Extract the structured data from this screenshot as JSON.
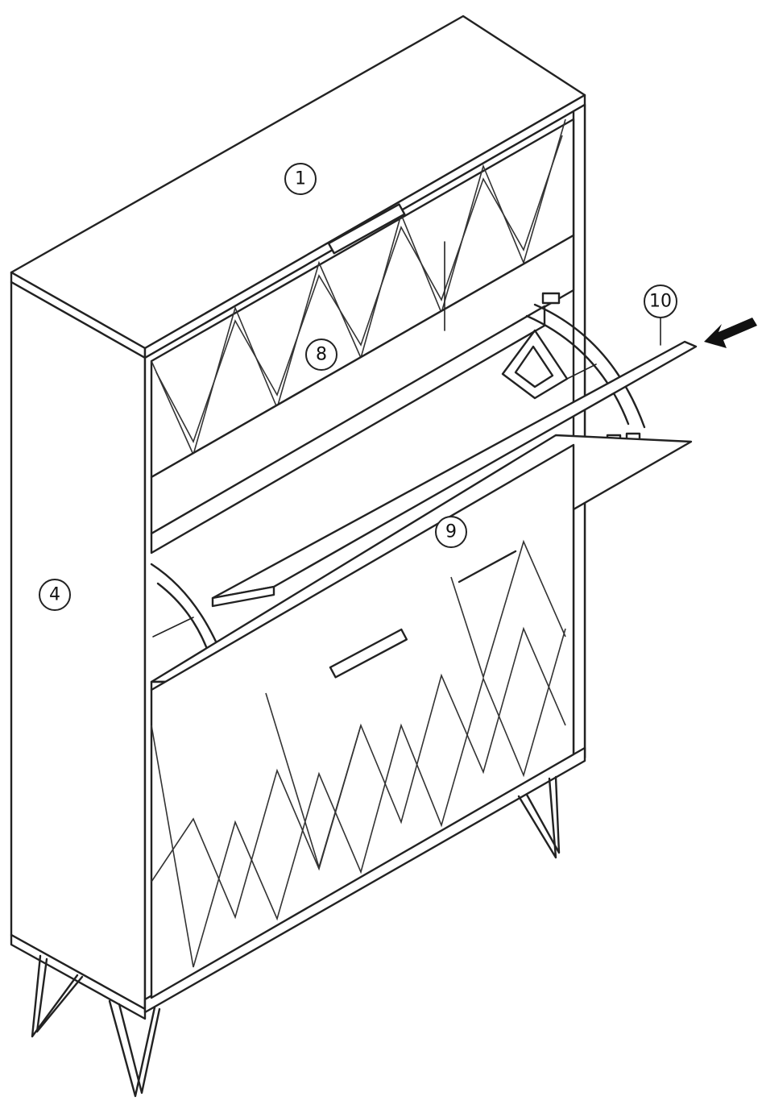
{
  "callouts": {
    "top_panel": "1",
    "side_panel": "4",
    "upper_flap": "8",
    "lower_flap": "9",
    "insert_panel": "10"
  },
  "icons": {
    "arrow": "insert-direction-arrow-icon"
  },
  "colors": {
    "line": "#222222",
    "background": "#ffffff"
  }
}
